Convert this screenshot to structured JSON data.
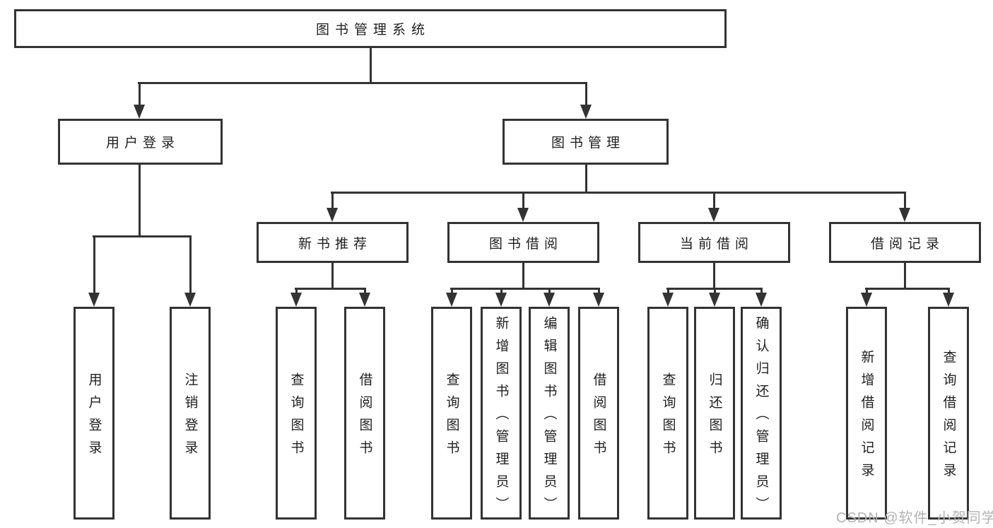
{
  "diagram": {
    "title": {
      "label": "图书管理系统"
    },
    "branches": [
      {
        "label": "用户登录",
        "children": [
          {
            "label": "用户登录"
          },
          {
            "label": "注销登录"
          }
        ]
      },
      {
        "label": "图书管理",
        "children": [
          {
            "label": "新书推荐",
            "children": [
              {
                "label": "查询图书"
              },
              {
                "label": "借阅图书"
              }
            ]
          },
          {
            "label": "图书借阅",
            "children": [
              {
                "label": "查询图书"
              },
              {
                "label": "新增图书（管理员）"
              },
              {
                "label": "编辑图书（管理员）"
              },
              {
                "label": "借阅图书"
              }
            ]
          },
          {
            "label": "当前借阅",
            "children": [
              {
                "label": "查询图书"
              },
              {
                "label": "归还图书"
              },
              {
                "label": "确认归还（管理员）"
              }
            ]
          },
          {
            "label": "借阅记录",
            "children": [
              {
                "label": "新增借阅记录"
              },
              {
                "label": "查询借阅记录"
              }
            ]
          }
        ]
      }
    ]
  },
  "watermark": {
    "text": "CSDN @软件_小贺同学"
  },
  "colors": {
    "line": "#333333",
    "border": "#333333",
    "text": "#1f1f1f",
    "background": "#ffffff",
    "watermark": "#b3b3b3"
  }
}
